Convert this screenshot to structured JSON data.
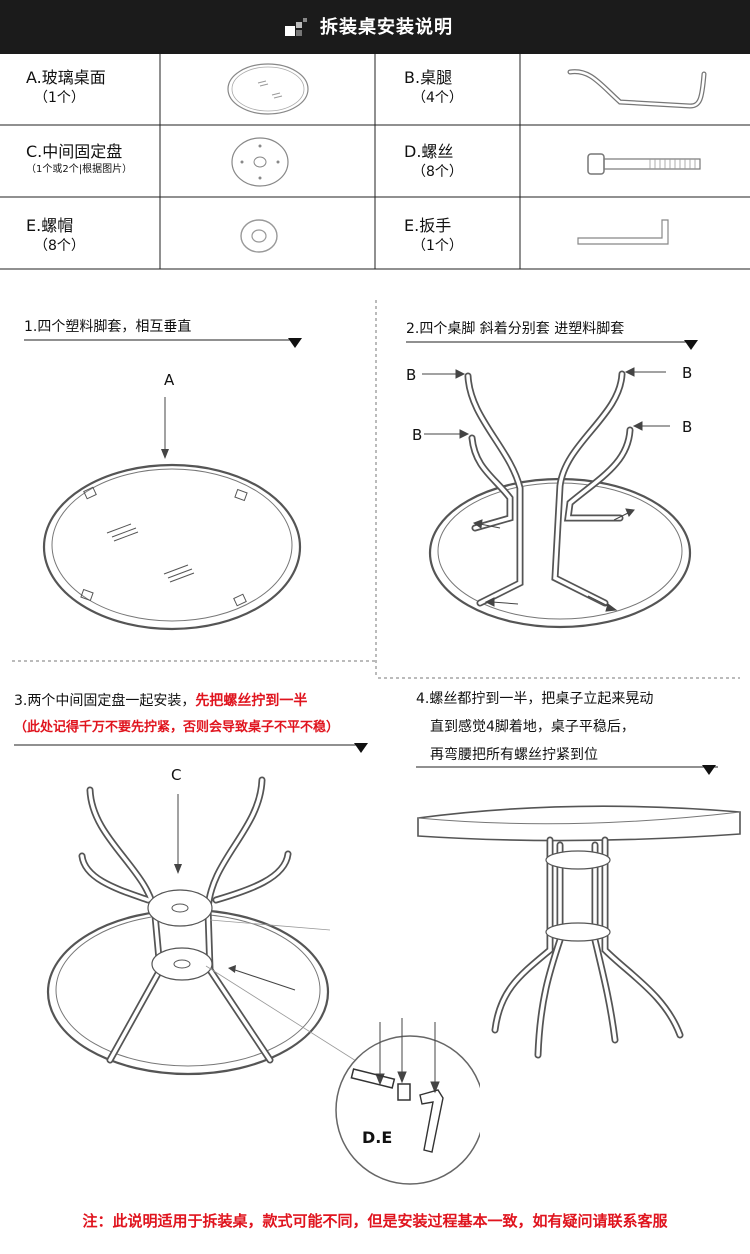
{
  "header": {
    "title": "拆装桌安装说明"
  },
  "parts": [
    {
      "name": "A.玻璃桌面",
      "qty": "（1个）"
    },
    {
      "name": "B.桌腿",
      "qty": "（4个）"
    },
    {
      "name": "C.中间固定盘",
      "qty": "（1个或2个|根据图片）"
    },
    {
      "name": "D.螺丝",
      "qty": "（8个）"
    },
    {
      "name": "E.螺帽",
      "qty": "（8个）"
    },
    {
      "name": "E.扳手",
      "qty": "（1个）"
    }
  ],
  "steps": {
    "s1": {
      "title": "1.四个塑料脚套，相互垂直",
      "label": "A"
    },
    "s2": {
      "title": "2.四个桌脚  斜着分别套  进塑料脚套",
      "label": "B"
    },
    "s3": {
      "title_black": "3.两个中间固定盘一起安装，",
      "title_red": "先把螺丝拧到一半",
      "note": "（此处记得千万不要先拧紧，否则会导致桌子不平不稳）",
      "label_c": "C",
      "label_de": "D.E"
    },
    "s4": {
      "line1": "4.螺丝都拧到一半，把桌子立起来晃动",
      "line2": "直到感觉4脚着地，桌子平稳后，",
      "line3": "再弯腰把所有螺丝拧紧到位"
    }
  },
  "footer": {
    "note": "注：此说明适用于拆装桌，款式可能不同，但是安装过程基本一致，如有疑问请联系客服"
  },
  "colors": {
    "header_bg": "#1b1b1b",
    "accent_red": "#e0141e"
  }
}
